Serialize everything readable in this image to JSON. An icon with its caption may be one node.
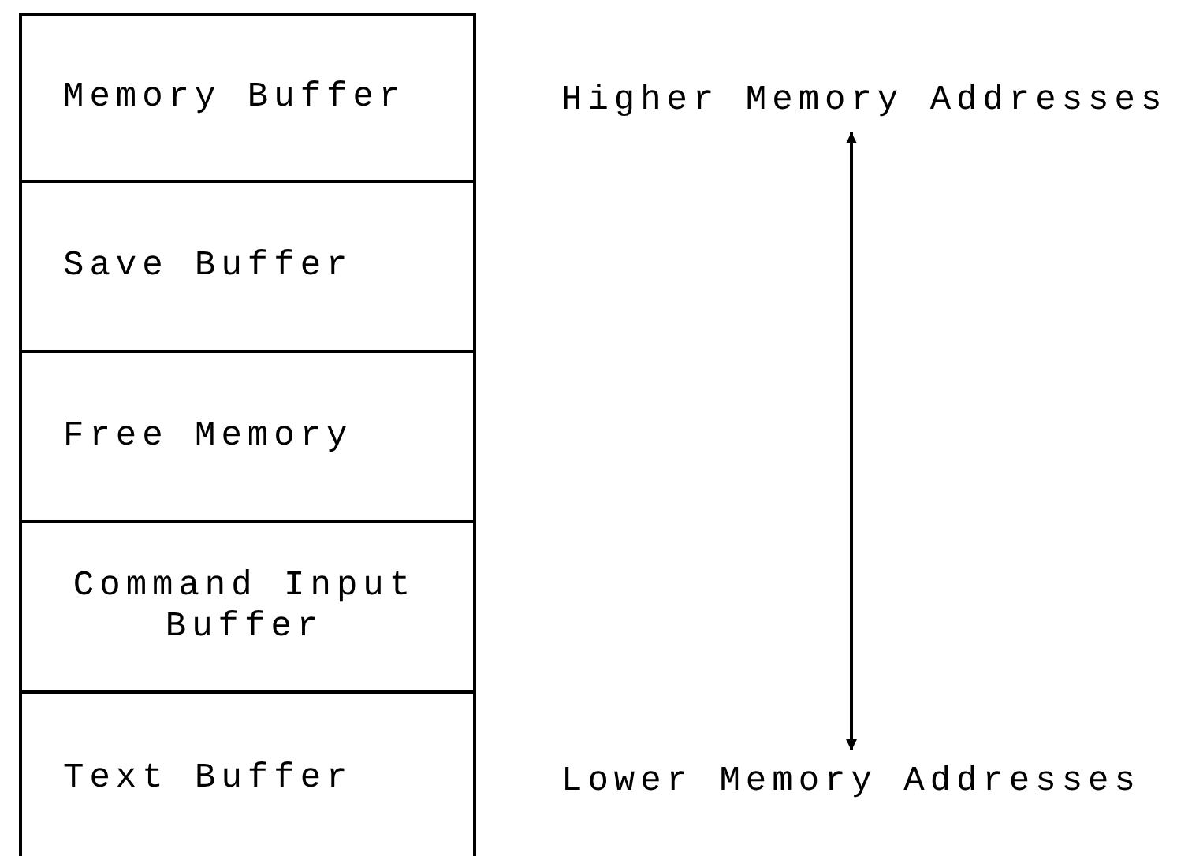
{
  "diagram": {
    "nodes": [
      {
        "text": [
          "Memory Buffer"
        ]
      },
      {
        "text": [
          "Save Buffer"
        ]
      },
      {
        "text": [
          "Free Memory"
        ]
      },
      {
        "text": [
          "Command Input Buffer"
        ]
      },
      {
        "text": [
          "Text Buffer"
        ]
      },
      {
        "text": [
          "Higher Memory Addresses"
        ]
      },
      {
        "text": [
          "Lower Memory Addresses"
        ]
      }
    ],
    "edges": [
      {
        "from": 6,
        "to": 5,
        "arrow": "both"
      }
    ]
  }
}
